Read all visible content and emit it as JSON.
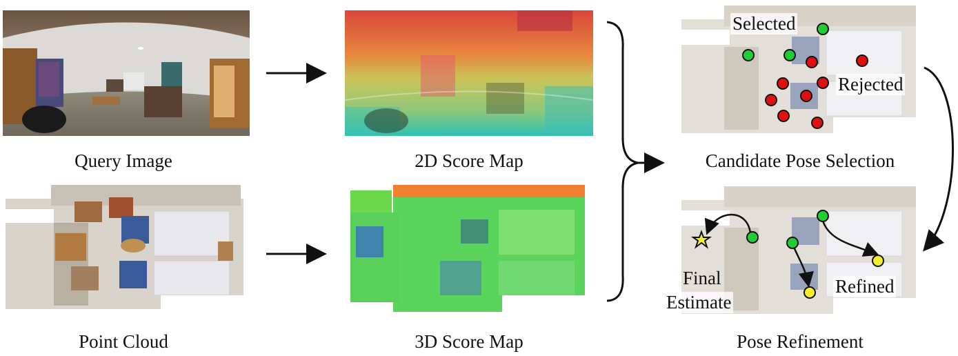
{
  "panels": {
    "query_image": {
      "caption": "Query Image"
    },
    "score_2d": {
      "caption": "2D Score Map"
    },
    "point_cloud": {
      "caption": "Point Cloud"
    },
    "score_3d": {
      "caption": "3D Score Map"
    },
    "candidate": {
      "caption": "Candidate Pose Selection",
      "selected_label": "Selected",
      "rejected_label": "Rejected"
    },
    "refinement": {
      "caption": "Pose Refinement",
      "refined_label": "Refined",
      "final_label_line1": "Final",
      "final_label_line2": "Estimate"
    }
  },
  "colors": {
    "selected_marker": "#22cc33",
    "rejected_marker": "#e01010",
    "refined_marker": "#f5ee30",
    "final_star": "#f5ee30",
    "arrow": "#111111"
  }
}
